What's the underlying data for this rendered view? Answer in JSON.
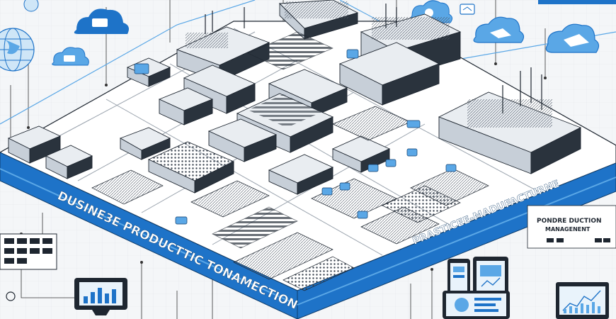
{
  "labels": {
    "left_banner": "DUSINE3E PRODUCTTIC TONAMECTION",
    "right_banner": "PRASTICEE-MADUFACTURNE",
    "panel_title_line1": "PONDRE DUCTION",
    "panel_title_line2": "MANAGENENT"
  },
  "colors": {
    "accent": "#1e73c8",
    "accent_light": "#5aa7e6",
    "ink": "#1e2630",
    "paper": "#f4f6f8",
    "floor": "#ffffff"
  },
  "icons": [
    "cloud-icon",
    "globe-icon",
    "tablet-icon",
    "monitor-icon",
    "phone-icon",
    "chart-icon"
  ]
}
